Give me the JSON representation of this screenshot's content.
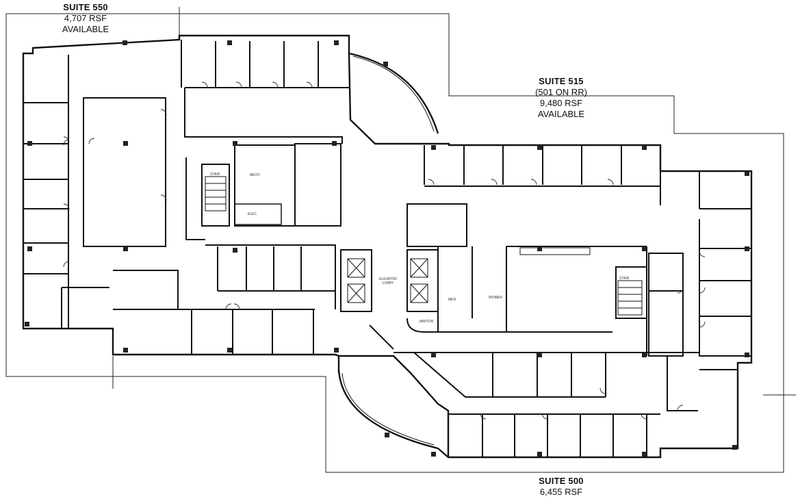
{
  "suites": [
    {
      "id": "550",
      "lines": [
        "SUITE 550",
        "4,707 RSF",
        "AVAILABLE"
      ]
    },
    {
      "id": "515",
      "lines": [
        "SUITE 515",
        "(501 ON RR)",
        "9,480 RSF",
        "AVAILABLE"
      ]
    },
    {
      "id": "500",
      "lines": [
        "SUITE 500",
        "6,455 RSF"
      ]
    }
  ],
  "room_labels": {
    "mech_top": "MECH",
    "elec": "ELEC",
    "elevator_lobby": "ELEVATOR LOBBY",
    "stair": "STAIR",
    "janitor": "JANITOR",
    "mens": "MEN",
    "womens": "WOMEN"
  },
  "colors": {
    "wall": "#111111",
    "line": "#333333",
    "column": "#222222"
  }
}
